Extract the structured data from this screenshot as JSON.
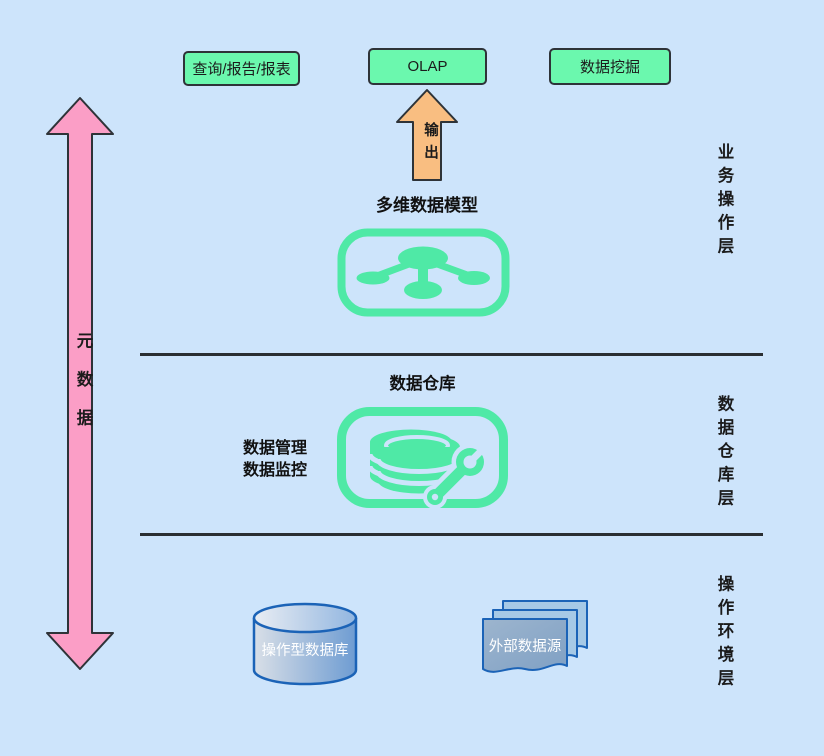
{
  "colors": {
    "background": "#CDE4FB",
    "mint_green": "#4FE9A6",
    "box_green": "#6BF8AE",
    "pink": "#FB9EC6",
    "orange": "#F9BE81",
    "outline_dark": "#2E3338",
    "blue_outline": "#1B63B7"
  },
  "top_boxes": [
    {
      "label": "查询/报告/报表"
    },
    {
      "label": "OLAP"
    },
    {
      "label": "数据挖掘"
    }
  ],
  "output_arrow": {
    "label": "输出"
  },
  "metadata_arrow": {
    "label": "元数据"
  },
  "business_layer": {
    "model_title": "多维数据模型"
  },
  "warehouse_layer": {
    "title": "数据仓库",
    "note_line1": "数据管理",
    "note_line2": "数据监控"
  },
  "operations_layer": {
    "database_label": "操作型数据库",
    "external_label": "外部数据源"
  },
  "layer_labels": [
    {
      "label": "业务操作层"
    },
    {
      "label": "数据仓库层"
    },
    {
      "label": "操作环境层"
    }
  ]
}
